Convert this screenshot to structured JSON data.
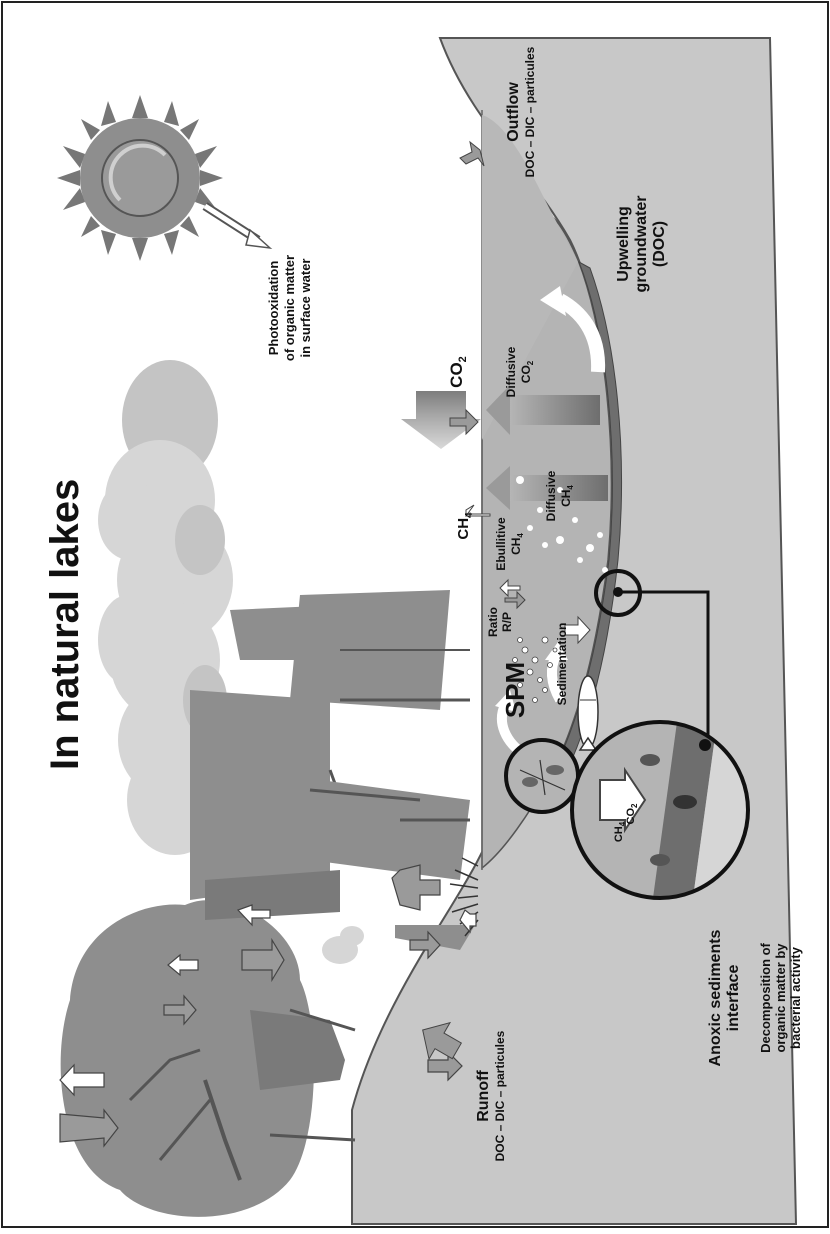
{
  "title": "In natural lakes",
  "labels": {
    "photo1": "Photooxidation",
    "photo2": "of organic matter",
    "photo3": "in surface water",
    "co2": "CO",
    "co2_sub": "2",
    "ch4": "CH",
    "ch4_sub": "4",
    "diffusive_co2_1": "Diffusive",
    "diffusive_co2_2": "CO",
    "diffusive_co2_sub": "2",
    "diffusive_ch4_1": "Diffusive",
    "diffusive_ch4_2": "CH",
    "diffusive_ch4_sub": "4",
    "ebullitive_1": "Ebullitive",
    "ebullitive_2": "CH",
    "ebullitive_sub": "4",
    "ratio_1": "Ratio",
    "ratio_2": "R/P",
    "spm": "SPM",
    "sedimentation": "Sedimentation",
    "upwelling_1": "Upwelling",
    "upwelling_2": "groundwater",
    "upwelling_3": "(DOC)",
    "outflow_1": "Outflow",
    "outflow_2": "DOC – DIC – particules",
    "runoff_1": "Runoff",
    "runoff_2": "DOC – DIC – particules",
    "anoxic_1": "Anoxic sediments",
    "anoxic_2": "interface",
    "decomp_1": "Decomposition of",
    "decomp_2": "organic matter by",
    "decomp_3": "bacterial activity",
    "inset_ch4": "CH",
    "inset_ch4_sub": "4",
    "inset_co2": "CO",
    "inset_co2_sub": "2"
  },
  "colors": {
    "land": "#c8c8c8",
    "water": "#b4b4b4",
    "cloud": "#d6d6d6",
    "cloud_shadow": "#bdbdbd",
    "tree": "#8e8e8e",
    "sun": "#777777",
    "arrow": "#9a9a9a",
    "arrow_white": "#ffffff"
  }
}
